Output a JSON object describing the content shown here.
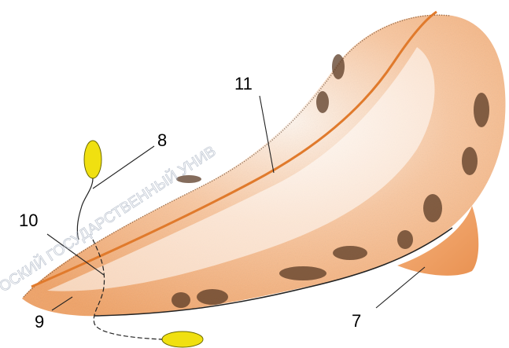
{
  "labels": {
    "l7": "7",
    "l8": "8",
    "l9": "9",
    "l10": "10",
    "l11": "11"
  },
  "watermark": "ОСКИЙ ГОСУДАРСТВЕННЫЙ УНИВ",
  "colors": {
    "body_fill": "#f2a56e",
    "body_light": "#fde7d5",
    "highlight": "#ffffff",
    "ridge_line": "#e07a2c",
    "spots": "#6b4a30",
    "suture_yellow": "#f0e010",
    "outline": "#222222"
  }
}
